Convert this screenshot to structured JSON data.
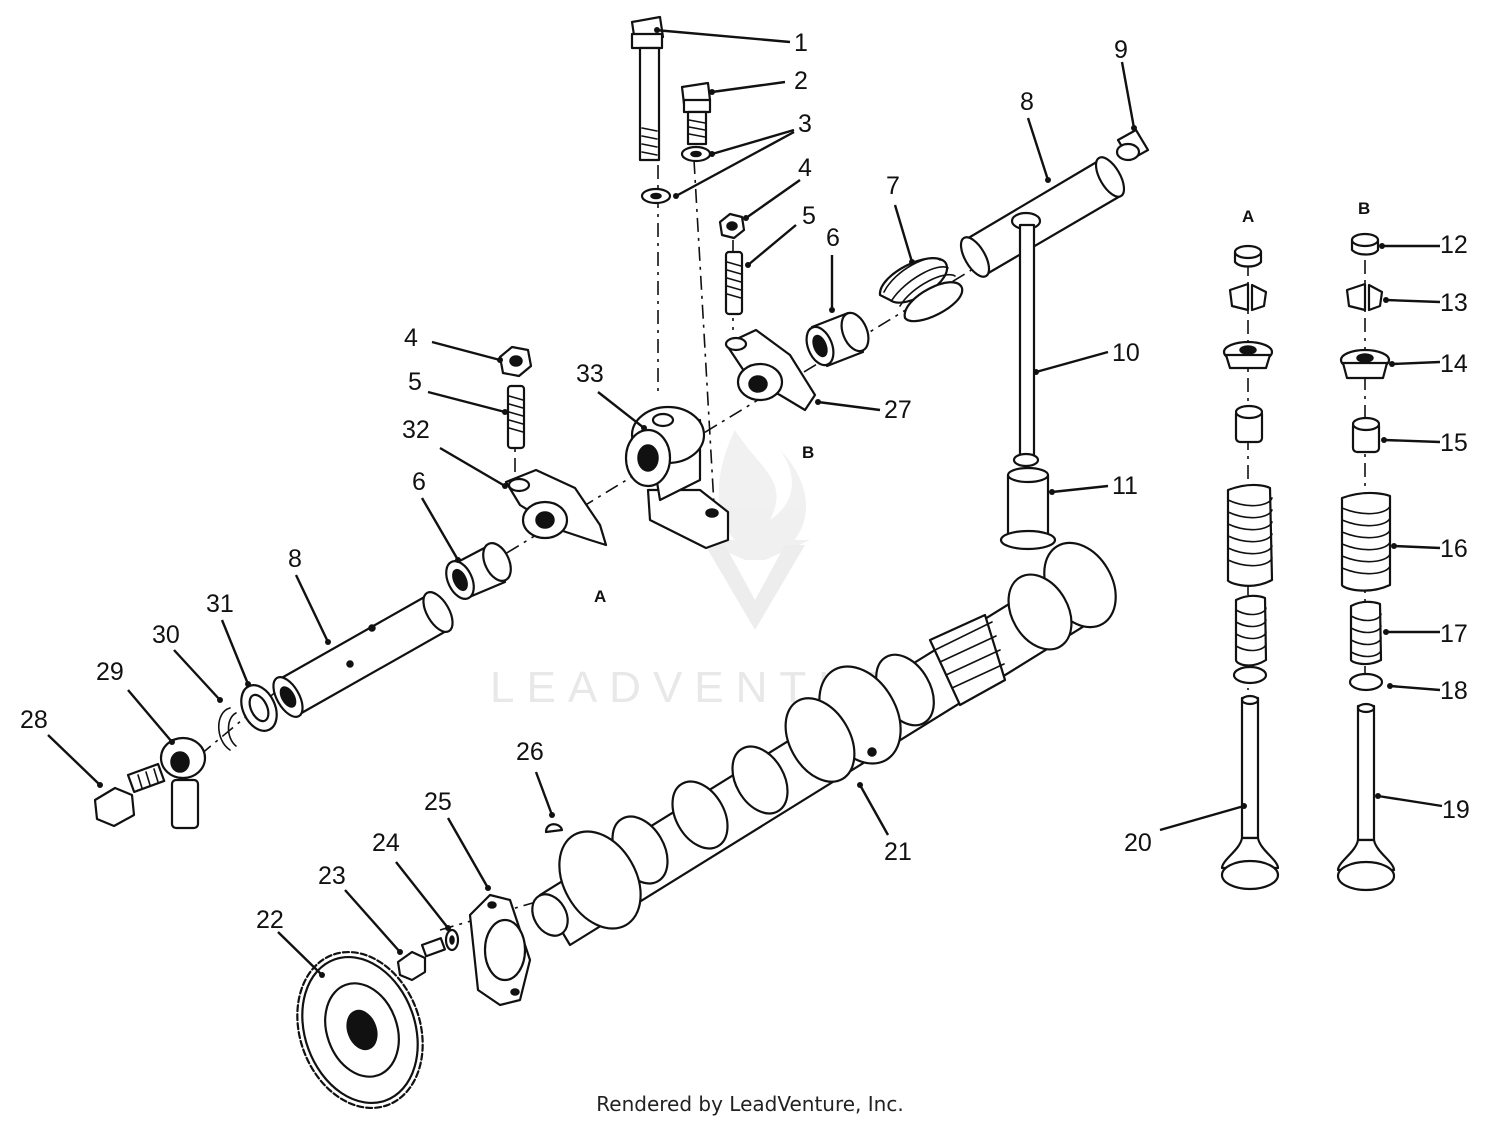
{
  "callouts": [
    {
      "id": "1",
      "text": "1"
    },
    {
      "id": "2",
      "text": "2"
    },
    {
      "id": "3",
      "text": "3"
    },
    {
      "id": "4a",
      "text": "4"
    },
    {
      "id": "4b",
      "text": "4"
    },
    {
      "id": "5a",
      "text": "5"
    },
    {
      "id": "5b",
      "text": "5"
    },
    {
      "id": "6a",
      "text": "6"
    },
    {
      "id": "6b",
      "text": "6"
    },
    {
      "id": "7",
      "text": "7"
    },
    {
      "id": "8a",
      "text": "8"
    },
    {
      "id": "8b",
      "text": "8"
    },
    {
      "id": "9",
      "text": "9"
    },
    {
      "id": "10",
      "text": "10"
    },
    {
      "id": "11",
      "text": "11"
    },
    {
      "id": "12",
      "text": "12"
    },
    {
      "id": "13",
      "text": "13"
    },
    {
      "id": "14",
      "text": "14"
    },
    {
      "id": "15",
      "text": "15"
    },
    {
      "id": "16",
      "text": "16"
    },
    {
      "id": "17",
      "text": "17"
    },
    {
      "id": "18",
      "text": "18"
    },
    {
      "id": "19",
      "text": "19"
    },
    {
      "id": "20",
      "text": "20"
    },
    {
      "id": "21",
      "text": "21"
    },
    {
      "id": "22",
      "text": "22"
    },
    {
      "id": "23",
      "text": "23"
    },
    {
      "id": "24",
      "text": "24"
    },
    {
      "id": "25",
      "text": "25"
    },
    {
      "id": "26",
      "text": "26"
    },
    {
      "id": "27",
      "text": "27"
    },
    {
      "id": "28",
      "text": "28"
    },
    {
      "id": "29",
      "text": "29"
    },
    {
      "id": "30",
      "text": "30"
    },
    {
      "id": "31",
      "text": "31"
    },
    {
      "id": "32",
      "text": "32"
    },
    {
      "id": "33",
      "text": "33"
    }
  ],
  "reference_letters": {
    "valve_stack_a": "A",
    "valve_stack_b": "B",
    "rocker_arm_a": "A",
    "rocker_arm_b": "B"
  },
  "watermark": {
    "brand": "LEADVENTURE"
  },
  "footer": {
    "text": "Rendered by LeadVenture, Inc."
  }
}
